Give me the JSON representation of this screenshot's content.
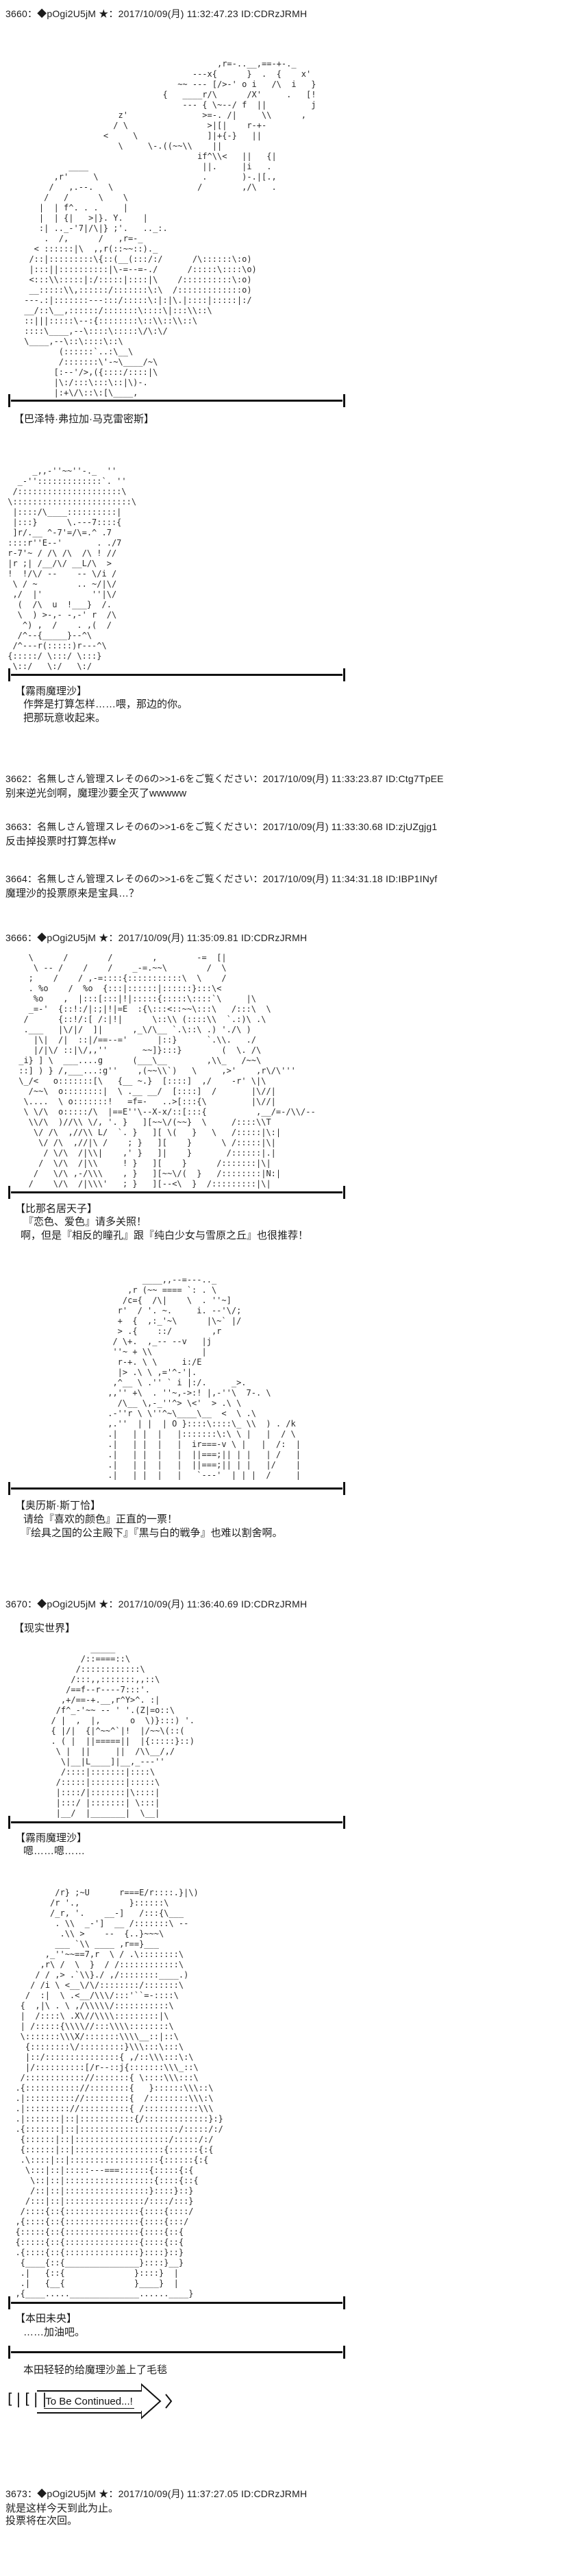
{
  "page": {
    "background": "#ffffff",
    "text_color": "#1c1c1c"
  },
  "posts": {
    "p3660": {
      "header": "3660：◆pOgi2U5jM ★：2017/10/09(月) 11:32:47.23 ID:CDRzJRMH"
    },
    "p3662": {
      "header": "3662：名無しさん管理スレその6の>>1-6をご覧ください：2017/10/09(月) 11:33:23.87 ID:Ctg7TpEE",
      "body": "别来逆光剑啊，魔理沙要全灭了wwwww"
    },
    "p3663": {
      "header": "3663：名無しさん管理スレその6の>>1-6をご覧ください：2017/10/09(月) 11:33:30.68 ID:zjUZgjg1",
      "body": "反击掉投票时打算怎样w"
    },
    "p3664": {
      "header": "3664：名無しさん管理スレその6の>>1-6をご覧ください：2017/10/09(月) 11:34:31.18 ID:IBP1INyf",
      "body": "魔理沙的投票原来是宝具…？"
    },
    "p3666": {
      "header": "3666：◆pOgi2U5jM ★：2017/10/09(月) 11:35:09.81 ID:CDRzJRMH"
    },
    "p3670": {
      "header": "3670：◆pOgi2U5jM ★：2017/10/09(月) 11:36:40.69 ID:CDRzJRMH",
      "scene_label": "【现实世界】"
    },
    "p3673": {
      "header": "3673：◆pOgi2U5jM ★：2017/10/09(月) 11:37:27.05 ID:CDRzJRMH",
      "body_lines": [
        "就是这样今天到此为止。",
        "投票将在次回。"
      ]
    }
  },
  "speakers": {
    "bazett": {
      "name": "【巴泽特·弗拉加·马克雷密斯】",
      "lines": []
    },
    "marisa1": {
      "name": "【霧雨魔理沙】",
      "lines": [
        "作弊是打算怎样……喂，那边的你。",
        "把那玩意收起来。"
      ]
    },
    "tenshi": {
      "name": "【比那名居天子】",
      "lines": [
        "『恋色、爱色』请多关照！",
        "啊，但是『相反的瞳孔』跟『纯白少女与雪原之丘』也很推荐！"
      ]
    },
    "aulis": {
      "name": "【奥历斯·斯丁恰】",
      "lines": [
        "请给『喜欢的颜色』正直的一票！",
        "『绘具之国的公主殿下』『黒与白的戦争』也难以割舍啊。"
      ]
    },
    "marisa2": {
      "name": "【霧雨魔理沙】",
      "lines": [
        "嗯……嗯……"
      ]
    },
    "mio": {
      "name": "【本田未央】",
      "lines": [
        "……加油吧。"
      ]
    }
  },
  "narration": "本田轻轻的给魔理沙盖上了毛毯",
  "tbc": {
    "prefix": "[|[||",
    "label": "To Be Continued...!"
  },
  "aa": {
    "scene_battle": [
      "                                        ,r=-..__,==-+-._",
      "                                   ---x{      }  .  {    x'",
      "                                ~~ --- [/>-' o i   /\\  i   }",
      "                             {   ____r/\\      /X'     .   [!",
      "                                 --- { \\~--/ f  ||         j",
      "                    z'               >=-. /|     \\\\      ,",
      "                   / \\                >|[|    r-+-",
      "                 <     \\              ]|+{-}   ||",
      "                    \\     \\-.((~~\\\\    ||",
      "                                    if^\\\\<   ||   {|",
      "          ____                       ||.     |i   .",
      "       ,r'     \\                     .       )-.|[.,",
      "      /   ,.--.   \\                 /        ,/\\   .",
      "     /   /      \\    \\",
      "    |  | f^. . .     |",
      "    |  | {|   >|}. Y.    |",
      "    :| .._-'7|/\\|} ;'.   .._:.",
      "     .  /,      /   ,r=-_",
      "   < ::::::|\\  ,,r(::~~::)._",
      "  /::|:::::::::\\{::(__(:::/:/      /\\::::::\\:o)",
      "  |:::||::::::::::|\\-=--=-./      /:::::\\::::\\o)",
      "  <:::\\\\:::::|:/:::::|::::|\\    /::::::::::\\:o)",
      "  __:::::\\\\,::::::/:::::::\\:\\  /:::::::::::::o)",
      " ---.:|:::::::---:::/:::::\\:|:|\\.|::::|:::::|:/",
      " __/::\\__,::::::/:::::::\\::::\\|:::\\\\::\\",
      " ::|||:::::\\--:{::::::::\\::\\\\::\\\\::\\",
      " ::::\\____,--\\::::\\:::::\\/\\:\\/",
      " \\____,--\\::\\::::\\::\\",
      "        (::::::`..:\\__\\",
      "        /:::::::\\'-~\\____/~\\",
      "       [:--'/>,({::::/::::|\\",
      "       |\\:/:::\\:::\\::|\\)-.",
      "       |:+\\/\\::\\:[\\____,"
    ],
    "marisa_sit": [
      "      _,,-''~~''-._  ''",
      "   _-'':::::::::::::`. ''",
      "  /:::::::::::::::::::::\\",
      " \\::::::::::::::::::::::::\\",
      "  |::::/\\____::::::::::|",
      "  |:::}      \\.---7::::{",
      "  ]r/.__ ^-7'=/\\=.^ .7",
      " ::::r''E--'       . ./7",
      " r-7'~ / /\\ /\\  /\\ ! //",
      " |r ;| /__/\\/ __L/\\  >",
      " !  !/\\/ --    -- \\/i /",
      "  \\ / ~        .. ~/|\\/",
      "  ,/  |'          ''|\\/",
      "   (  /\\  u  !___}  /.",
      "   \\  ) >-,- -,-' r  /\\",
      "    ^) ,  /    . ,(  /",
      "   /^--{_____}--^\\",
      "  /^---r(:::::)r---^\\",
      " {:::::/ \\:::/ \\:::}",
      "  \\::/   \\:/   \\:/"
    ],
    "tenshi_scene": [
      "   \\      /        /        ,        -=  [|",
      "    \\ -- /    /    /    _-=.~~\\        /  \\",
      "   ;    /    / ,-=::::{:::::::::::\\  \\    /",
      "   . %o    /  %o  {:::|::::::|::::::}:::\\<",
      "    %o    ,  |:::[:::|!|:::::{:::::\\::::`\\     |\\",
      "   _=-'  {::!:/|:;|!|=E  :{\\:::<::~~\\:::\\   /:::\\  \\",
      "  /      {::!/:[ /:|!|      \\::\\\\ (::::\\\\  `.:)\\ .\\",
      "  .___   |\\/|/  ]|      ,_\\/\\__ `.\\::\\ .) './\\ )",
      "    |\\|  /|  ::|/==--='      |::}      `.\\\\.   ./",
      "    |/|\\/ ::|\\/,,''       ~~]}:::}        (  \\. /\\",
      " _i} ] \\  ___....g      (___\\__        ,\\\\_   /~~\\",
      " ::] ) } /,___...:g''    ,(~~\\\\`)   \\     ,>'    ,r\\/\\'''",
      " \\_/<   o:::::::[\\   {__ ~.}  [::::]  ,/    -r' \\|\\",
      "   /~~\\  o::::::::|  \\ .__ __/  [::::]  /       |\\//|",
      "  \\....  \\ o:::::::!   =f=-   ..>[:::{\\         |\\//|",
      "  \\ \\/\\  o:::::/\\  |==E''\\--X-x/::[:::{          ,__/=-/\\\\/--",
      "   \\\\/\\  )//\\\\ \\/, '. }   ][~~\\/(~~}  \\     /::::\\\\T",
      "    \\/ /\\  ,//\\\\ L/  `. }   ][ \\(   }   \\   /:::::|\\:|",
      "     \\/ /\\  ,//|\\ /    ; }   ][    }      \\ /:::::|\\|",
      "      / \\/\\  /|\\\\|    ,' }   ]|    }       /::::::|.|",
      "     /  \\/\\  /|\\\\     ! }   ][    }      /:::::::|\\|",
      "    /   \\/\\ ,-/\\\\\\    , }   ][~~\\/(  }   /::::::::|N:|",
      "   /    \\/\\  /|\\\\\\'   ; }   ][--<\\  }  /:::::::::|\\|"
    ],
    "aulis_portrait": [
      "        ____,,--=---.._",
      "     ,r (~~ ==== `: . \\",
      "    /c={  /\\|    \\  . ''~]",
      "   r'  / '. ~.     i. --'\\/;",
      "   +  {  ,:_'~\\      |\\~` |/",
      "   > .{    ::/        ,r",
      "  / \\+.  ,_-- --v   |j",
      "  ''~ + \\\\          |",
      "   r-+. \\ \\     i:/E",
      "   |> .\\ \\ ,='^-'|.",
      "  ,^__ \\ .'' ` i |:/.     _>.",
      " ,,'' +\\  . ''~,->:! |,-''\\  7-. \\",
      "   /\\__ \\,-_''^> \\<'  > .\\ \\",
      " .-''r \\ \\''^~\\____\\__  <  \\ .\\",
      " ,.''  | |  | O }::::\\::::\\_ \\\\  ) . /k",
      " .|   | |  |   |:::::::\\:\\ \\ |   |  / \\",
      " .|   | |  |   |  ir===-v \\ |   |  /:  |",
      " .|   | |  |   |  ||===;|| | |   | /   |",
      " .|   | |  |   |  ||===;|| | |   |/    |",
      " .|   | |  |   |   `---'  | | |  /     |"
    ],
    "real_world": [
      "          _____",
      "        /::====::\\",
      "       /::::::::::::\\",
      "      /:::,,:::::::,,::\\",
      "     /==f--r----7:::'.",
      "    ,+/==-+.__,r^Y>^. :|",
      "   /f^_-'~~ -- ' '.(Z|=o::\\",
      "  / |  ,  |,      o  \\)}:::) '.",
      "  { |/|  {|^~~^`|!  |/~~\\(::(",
      "  . ( |  ||=====||  |{:::::}::)",
      "   \\ |  ||     ||  /\\\\__/,/",
      "    \\|__|L____]|__,_---''",
      "    /::::|:::::::|::::\\",
      "   /:::::|:::::::|:::::\\",
      "   |::::/|:::::::|\\::::|",
      "   |:::/ |:::::::| \\:::|",
      "   |__/  |_______|  \\__|"
    ],
    "mio_blanket": [
      "          /r} ;~U      r===E/r::::.}|\\)",
      "         /r '.,          }::::::\\",
      "         /_r, '.    __-]   /:::{\\___",
      "          . \\\\  _-']  __ /:::::::\\ --",
      "           .\\\\ >    --  {..}~~~\\",
      "          ___ `\\\\ ____ ,r==}___",
      "        ,_''~~==7,r  \\ / .\\::::::::\\",
      "       ,r\\ /  \\  }  / /::::::::::::\\",
      "      / / ,> .`\\\\}./ ,/::::::::____.)",
      "     / /i \\ <__\\/\\/::::::::/:::::::\\",
      "    /  :|  \\ .<__/\\\\\\/:::'``=-::::\\",
      "   {  ,|\\ . \\ ,/\\\\\\\\\\/:::::::::::\\",
      "   |  /::::\\ .X\\//\\\\\\\\:::::::::|\\",
      "   | /:::::{\\\\\\\\//:::\\\\\\\\::::::::\\",
      "   \\:::::::\\\\\\X/:::::::\\\\\\\\__::|::\\",
      "    {::::::::\\/:::::::::}\\\\\\:::\\:::\\",
      "    |::/:::::::::::::::{ ,/::\\\\\\:::\\:\\",
      "    |/::::::::::[/r--::j{:::::::\\\\\\_::\\",
      "   /:::::::::::://:::::::{ \\::::\\\\\\:::\\",
      "  .{::::::::::://::::::::{   }::::::\\\\\\::\\",
      "  .|:::::::::://:::::::::{  /::::::::\\\\\\:\\",
      "  .|::::::::://::::::::::{ /:::::::::::\\\\\\",
      "  .|:::::::|::|:::::::::::{/:::::::::::::}:}",
      "  .{:::::::|::|::::::::::::::::::::/:::::/:/",
      "   {::::::|::|:::::::::::::::::::/:::::/:/",
      "   {::::::|::|::::::::::::::::::{::::::{:{",
      "   .\\::::|::|::::::::::::::::::{::::::{:{",
      "    \\:::|::|:::::---===::::::{:::::{:{",
      "     \\::|::|::::::::::::::::::{::::{::{",
      "     /::|::|:::::::::::::::::}::::}::}",
      "    /:::|::|::::::::::::::::/::::/:::}",
      "   /::::{::{:::::::::::::::{::::{::::/",
      "  ,{::::{::{:::::::::::::::{::::{:::/",
      "  {:::::{::{:::::::::::::::{::::{::{",
      "  {:::::{::{:::::::::::::::{::::{::{",
      "  .{::::{::{:::::::::::::::}::::}::}",
      "   {____{::{_______________}::::}__}",
      "   .|   {::{              }::::}  |",
      "   .|   {__{              }____}  |",
      "  ,{____.....______________......____}"
    ]
  }
}
